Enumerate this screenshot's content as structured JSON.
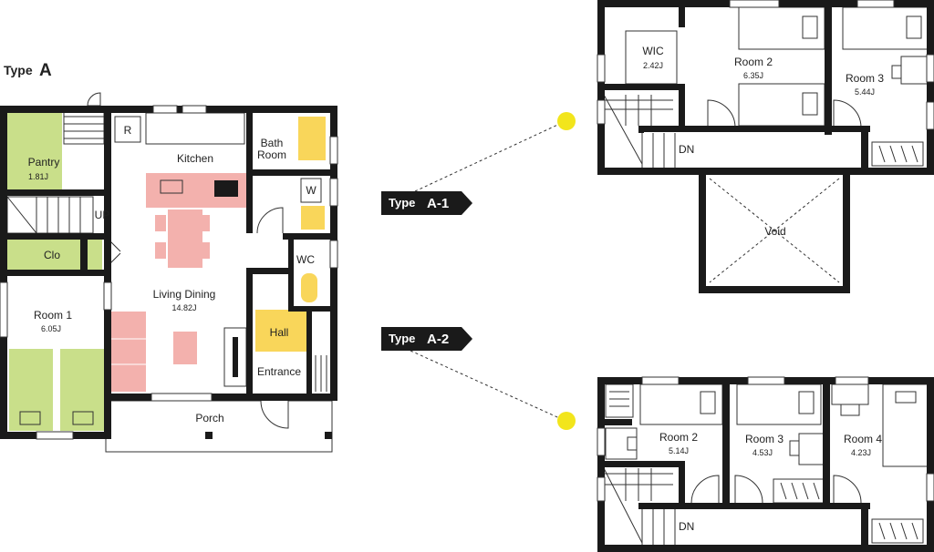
{
  "title": {
    "prefix": "Type",
    "letter": "A"
  },
  "plan_a": {
    "rooms": {
      "pantry": {
        "name": "Pantry",
        "size": "1.81J"
      },
      "r": "R",
      "kitchen": "Kitchen",
      "bath": {
        "line1": "Bath",
        "line2": "Room"
      },
      "w": "W",
      "up": "UP",
      "clo": "Clo",
      "wc": "WC",
      "living": {
        "name": "Living Dining",
        "size": "14.82J"
      },
      "room1": {
        "name": "Room 1",
        "size": "6.05J"
      },
      "hall": "Hall",
      "entrance": "Entrance",
      "porch": "Porch"
    }
  },
  "tags": {
    "a1": {
      "prefix": "Type",
      "code": "A-1"
    },
    "a2": {
      "prefix": "Type",
      "code": "A-2"
    }
  },
  "plan_a1": {
    "wic": {
      "name": "WIC",
      "size": "2.42J"
    },
    "room2": {
      "name": "Room 2",
      "size": "6.35J"
    },
    "room3": {
      "name": "Room 3",
      "size": "5.44J"
    },
    "dn": "DN",
    "void": "Void"
  },
  "plan_a2": {
    "room2": {
      "name": "Room 2",
      "size": "5.14J"
    },
    "room3": {
      "name": "Room 3",
      "size": "4.53J"
    },
    "room4": {
      "name": "Room 4",
      "size": "4.23J"
    },
    "dn": "DN"
  },
  "colors": {
    "green": "#c9df8a",
    "pink": "#f3b1ad",
    "yellow": "#f9d65a",
    "wall": "#1a1a1a",
    "tag": "#1a1a1a",
    "marker": "#f2e51c"
  }
}
